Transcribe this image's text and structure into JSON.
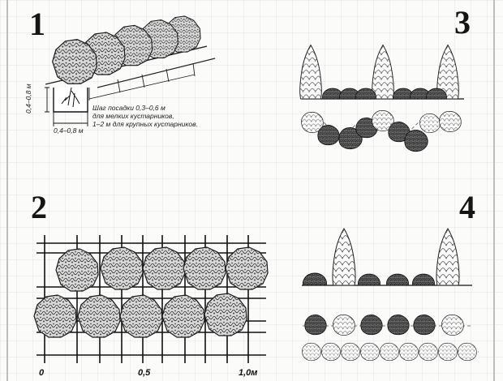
{
  "panels": {
    "p1": {
      "number": "1"
    },
    "p2": {
      "number": "2"
    },
    "p3": {
      "number": "3"
    },
    "p4": {
      "number": "4"
    }
  },
  "panel1": {
    "depth_label": "0,4–0,8 м",
    "width_label": "0,4–0,8 м",
    "spacing_note": [
      "Шаг посадки 0,3–0,6 м",
      "для мелких кустарников,",
      "1–2 м для крупных кустарников."
    ]
  },
  "panel2": {
    "ticks": [
      "0",
      "0,5",
      "1,0м"
    ]
  },
  "colors": {
    "ink": "#1a1a1a",
    "dark_shrub": "#3a3a3a",
    "light_shrub": "#f4f4f4",
    "grid": "#e6e6e6"
  }
}
